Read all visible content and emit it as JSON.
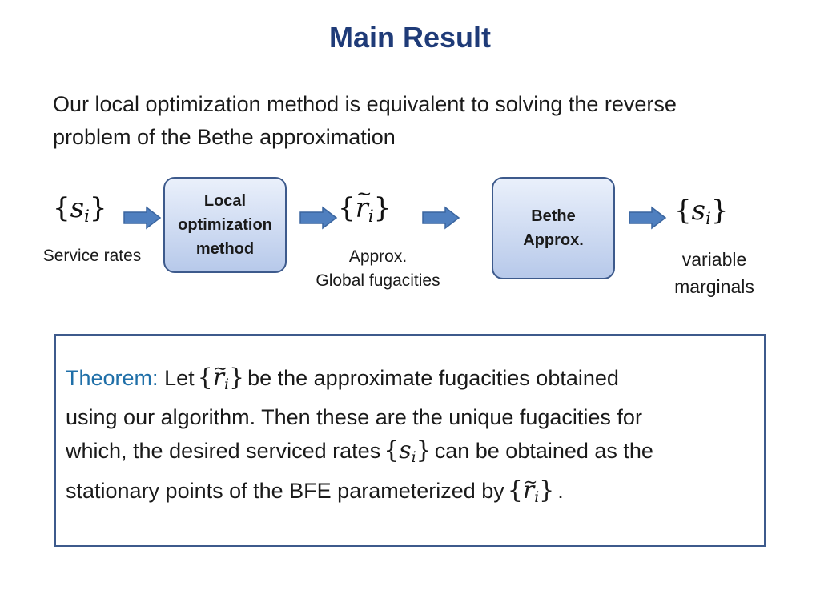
{
  "slide": {
    "title": "Main Result",
    "intro": "Our local optimization method is equivalent to solving the reverse problem of the Bethe approximation"
  },
  "flow": {
    "input_set": {
      "open": "{",
      "var": "s",
      "sub": "i",
      "close": "}",
      "caption": "Service rates"
    },
    "local_box": "Local\noptimization\nmethod",
    "fugacity_set": {
      "open": "{",
      "var": "r",
      "sub": "i",
      "close": "}",
      "caption_line1": "Approx.",
      "caption_line2": "Global fugacities"
    },
    "bethe_box": "Bethe\nApprox.",
    "output_set": {
      "open": "{",
      "var": "s",
      "sub": "i",
      "close": "}",
      "caption_line1": "variable",
      "caption_line2": "marginals"
    },
    "arrow_color": "#4f7fbf"
  },
  "theorem": {
    "label": "Theorem:",
    "line1_a": "Let",
    "line1_b": "be the approximate fugacities obtained",
    "line2": "using our algorithm.  Then these are the unique fugacities for",
    "line3_a": "which, the desired serviced rates",
    "line3_b": "can be obtained as the",
    "line4_a": "stationary points of the BFE parameterized by",
    "line4_b": ".",
    "sym_r": {
      "open": "{",
      "var": "r",
      "sub": "i",
      "close": "}"
    },
    "sym_s": {
      "open": "{",
      "var": "s",
      "sub": "i",
      "close": "}"
    }
  }
}
